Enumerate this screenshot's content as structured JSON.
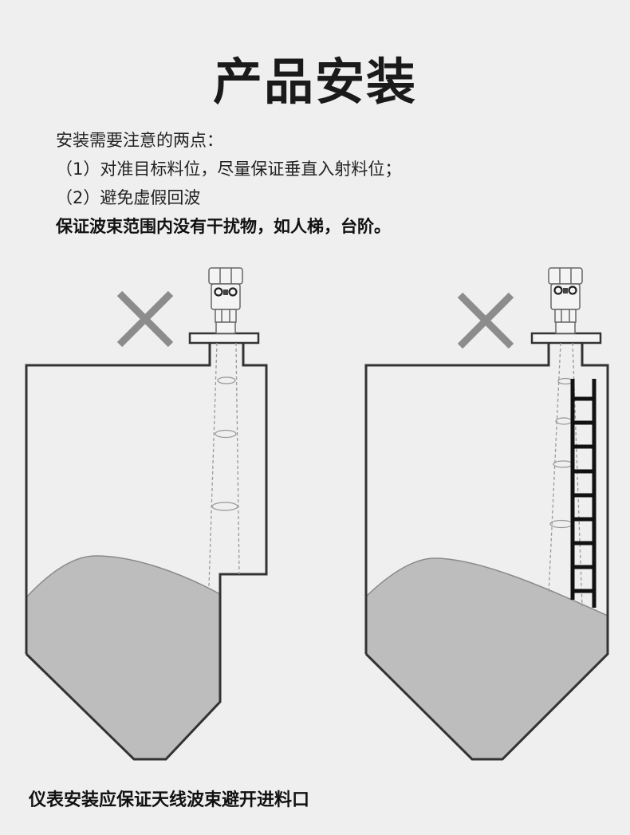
{
  "header": {
    "title": "产品安装"
  },
  "notes": {
    "intro": "安装需要注意的两点：",
    "point1": "（1）对准目标料位，尽量保证垂直入射料位；",
    "point2": "（2）避免虚假回波",
    "emphasis": "保证波束范围内没有干扰物，如人梯，台阶。"
  },
  "diagrams": [
    {
      "id": "left",
      "mark": "x-mark",
      "obstruction": "tank-step-ledge",
      "description": "Radar level meter mounted above tank ledge/step; beam passes near step"
    },
    {
      "id": "right",
      "mark": "x-mark",
      "obstruction": "ladder",
      "description": "Radar level meter with beam passing alongside internal ladder"
    }
  ],
  "colors": {
    "background": "#efefef",
    "outline": "#333333",
    "material": "#bdbdbd",
    "x_mark": "#8c8c8c",
    "beam": "#9a9a9a"
  },
  "footer": {
    "caption": "仪表安装应保证天线波束避开进料口"
  }
}
